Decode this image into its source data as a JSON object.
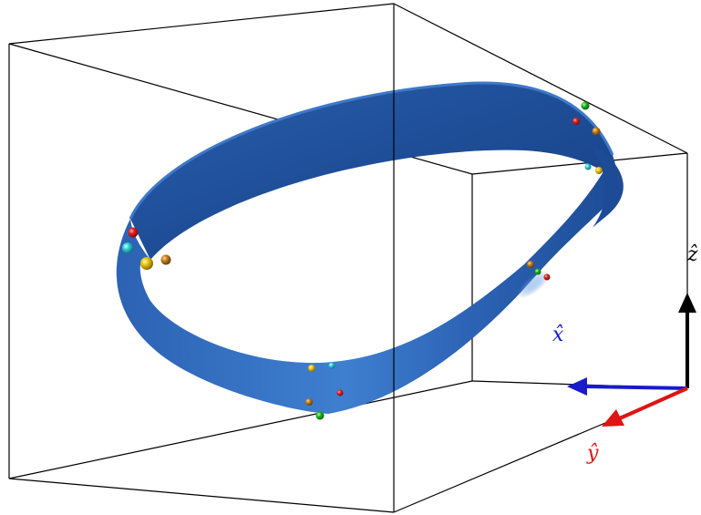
{
  "axes": {
    "x": {
      "label": "x̂",
      "color": "#1a1acc"
    },
    "y": {
      "label": "ŷ",
      "color": "#e01414"
    },
    "z": {
      "label": "ẑ",
      "color": "#000000"
    }
  },
  "ribbon": {
    "color_dark": "#163f86",
    "color_mid": "#2f6cc0",
    "color_light": "#7fb0ea"
  },
  "box": {
    "line_color": "#000000"
  },
  "marker_colors": {
    "red": "#e02020",
    "green": "#1cb51c",
    "cyan": "#2fd0d8",
    "gold": "#e8c410",
    "orange": "#c47d1a"
  }
}
